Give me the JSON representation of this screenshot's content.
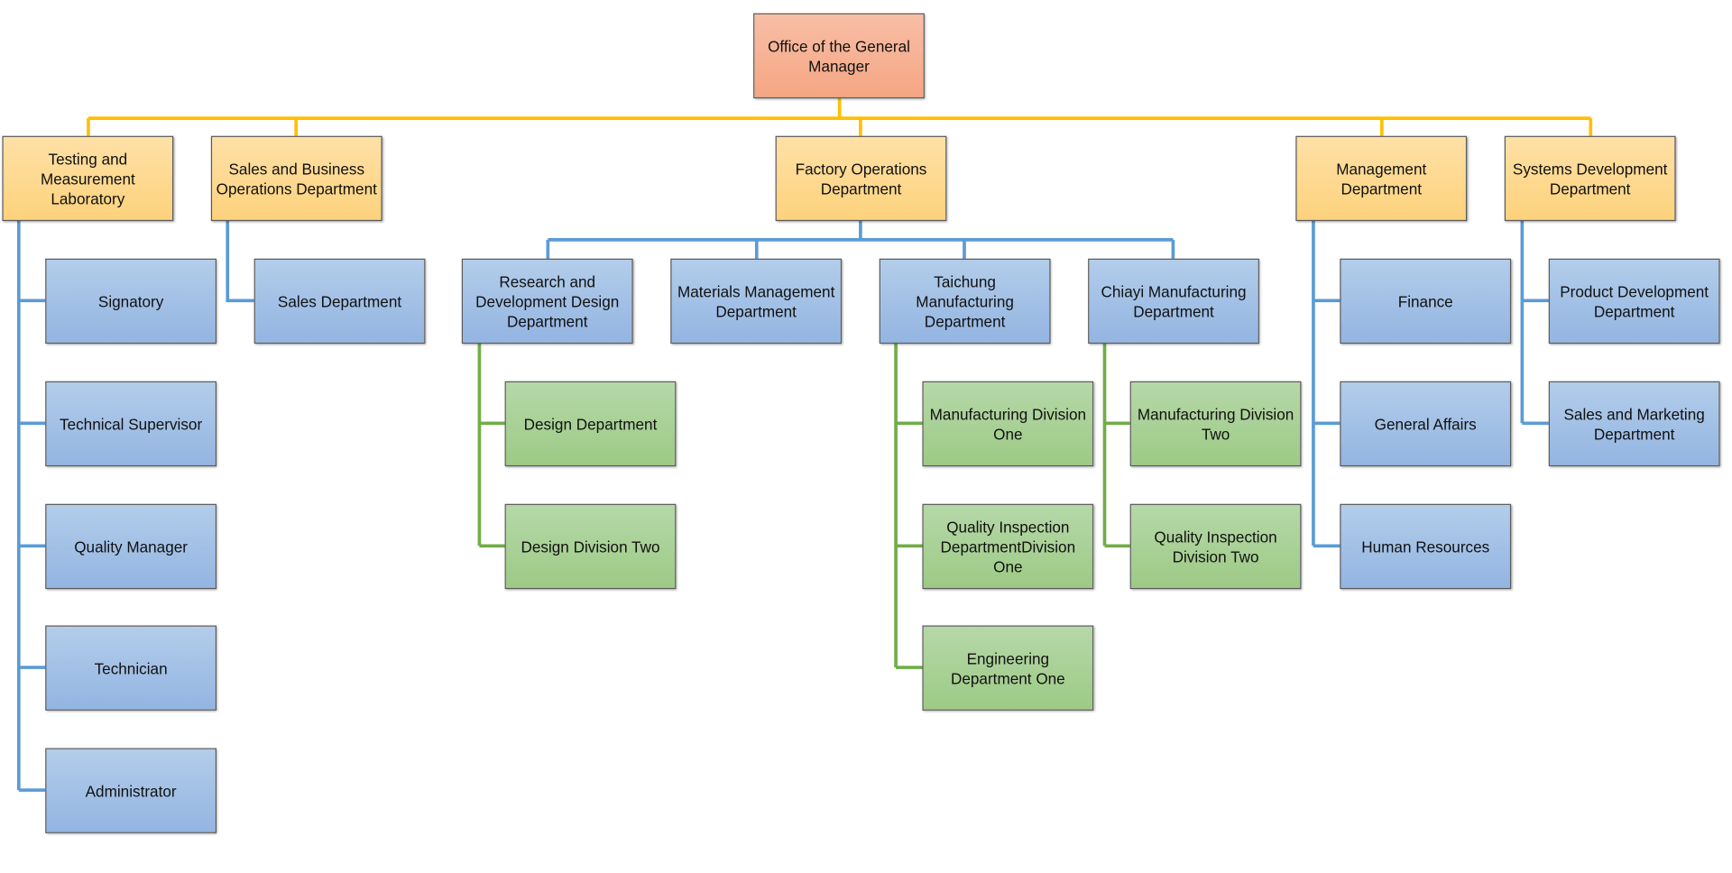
{
  "colors": {
    "root": "#f5a683",
    "level1": "#fdd27c",
    "dept": "#93b5e2",
    "division": "#9dca85",
    "line_top": "#ffc000",
    "line_blue": "#5b9bd5",
    "line_green": "#70ad47"
  },
  "root": "Office of the General Manager",
  "level1": {
    "testing": "Testing and Measurement Laboratory",
    "sales_biz": "Sales and Business Operations Department",
    "factory": "Factory Operations Department",
    "management": "Management Department",
    "systems": "Systems Development Department"
  },
  "testing_children": [
    "Signatory",
    "Technical Supervisor",
    "Quality Manager",
    "Technician",
    "Administrator"
  ],
  "sales_children": [
    "Sales Department"
  ],
  "factory_children": [
    "Research and Development Design Department",
    "Materials Management Department",
    "Taichung Manufacturing Department",
    "Chiayi Manufacturing Department"
  ],
  "rnd_children": [
    "Design Department",
    "Design Division Two"
  ],
  "taichung_children": [
    "Manufacturing Division One",
    "Quality Inspection DepartmentDivision One",
    "Engineering Department One"
  ],
  "chiayi_children": [
    "Manufacturing Division Two",
    "Quality Inspection Division Two"
  ],
  "management_children": [
    "Finance",
    "General Affairs",
    "Human Resources"
  ],
  "systems_children": [
    "Product Development Department",
    "Sales and Marketing Department"
  ]
}
